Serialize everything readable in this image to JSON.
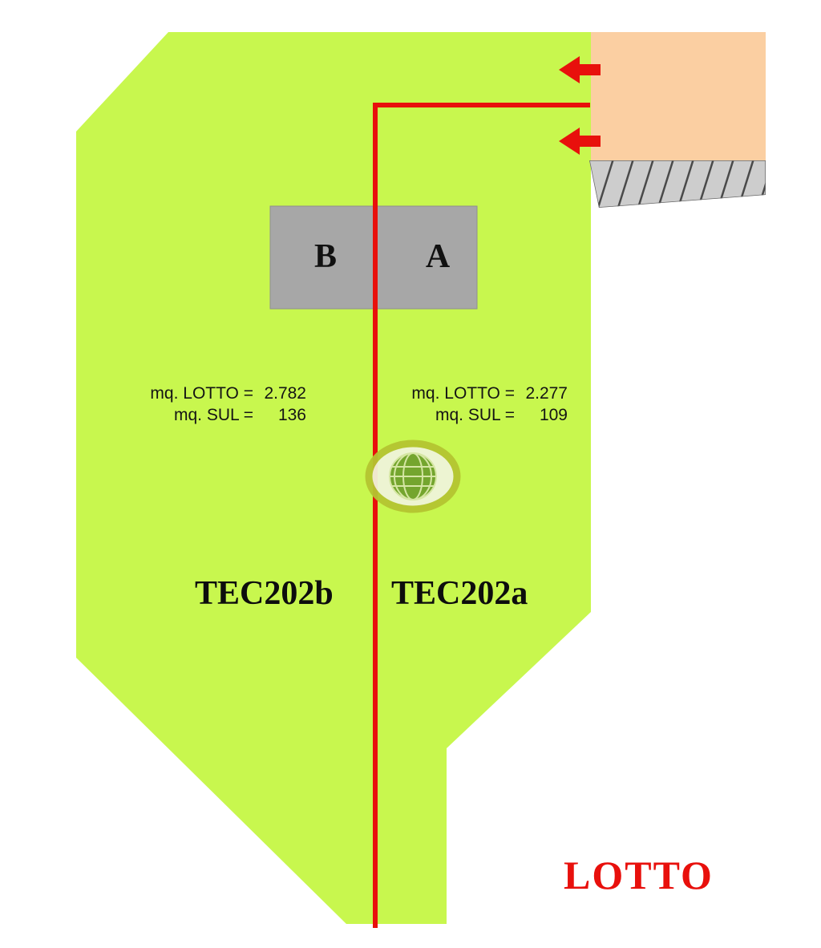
{
  "diagram": {
    "parcels": {
      "left": {
        "code": "TEC202b",
        "building_label": "B",
        "area_label": "mq. LOTTO =",
        "area_value": "2.782",
        "sul_label": "mq. SUL =",
        "sul_value": "136"
      },
      "right": {
        "code": "TEC202a",
        "building_label": "A",
        "area_label": "mq. LOTTO =",
        "area_value": "2.277",
        "sul_label": "mq. SUL =",
        "sul_value": "109"
      }
    },
    "legend": {
      "lotto": "LOTTO"
    },
    "icons": {
      "logo": "globe-logo",
      "arrow": "access-arrow-left"
    },
    "colors": {
      "lot_green": "#c8f74e",
      "parcel_orange": "#fbcfa2",
      "building_gray": "#a7a7a7",
      "road_gray": "#cdcdcd",
      "red": "#e8100c"
    }
  }
}
